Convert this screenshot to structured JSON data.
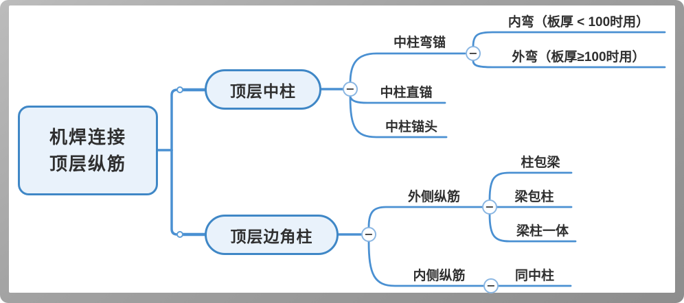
{
  "diagram": {
    "root": {
      "lines": [
        "机焊连接",
        "顶层纵筋"
      ]
    },
    "branch_top": {
      "label": "顶层中柱",
      "bend_anchor": {
        "label": "中柱弯锚",
        "inner_bend": "内弯（板厚 < 100时用）",
        "outer_bend": "外弯（板厚≥100时用）"
      },
      "straight_anchor": "中柱直锚",
      "anchor_head": "中柱锚头"
    },
    "branch_bottom": {
      "label": "顶层边角柱",
      "outer_bars": {
        "label": "外侧纵筋",
        "column_wraps_beam": "柱包梁",
        "beam_wraps_column": "梁包柱",
        "beam_column_integrated": "梁柱一体"
      },
      "inner_bars": {
        "label": "内侧纵筋",
        "same_as_center_column": "同中柱"
      }
    },
    "icons": {
      "collapse_glyph": "−"
    },
    "colors": {
      "line": "#4a90d2",
      "node_border": "#3f87c6",
      "node_fill": "#e9f2fb",
      "text": "#2f2f2f",
      "collapse_ring": "#8ab6e2",
      "frame_gray": "#9c9c9c",
      "background": "#ffffff"
    }
  }
}
